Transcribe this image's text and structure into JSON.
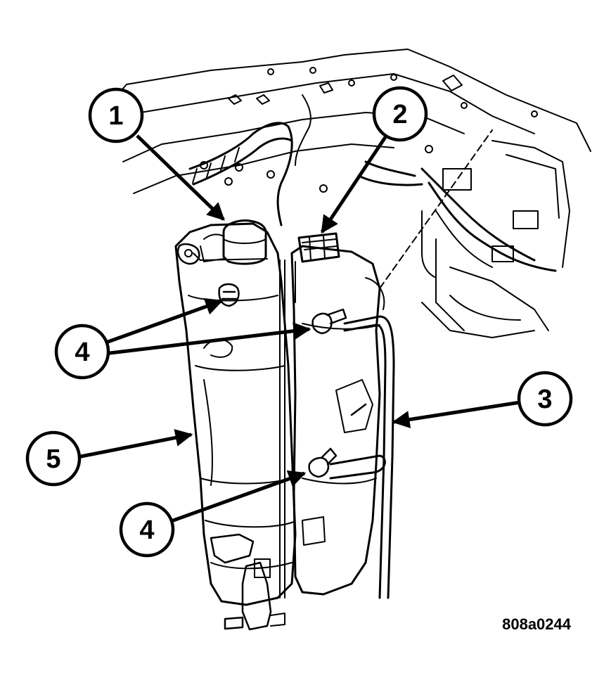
{
  "figure": {
    "id_label": "808a0244",
    "callouts": [
      {
        "key": "c1",
        "label": "1"
      },
      {
        "key": "c2",
        "label": "2"
      },
      {
        "key": "c3",
        "label": "3"
      },
      {
        "key": "c4a",
        "label": "4"
      },
      {
        "key": "c4b",
        "label": "4"
      },
      {
        "key": "c5",
        "label": "5"
      }
    ]
  }
}
